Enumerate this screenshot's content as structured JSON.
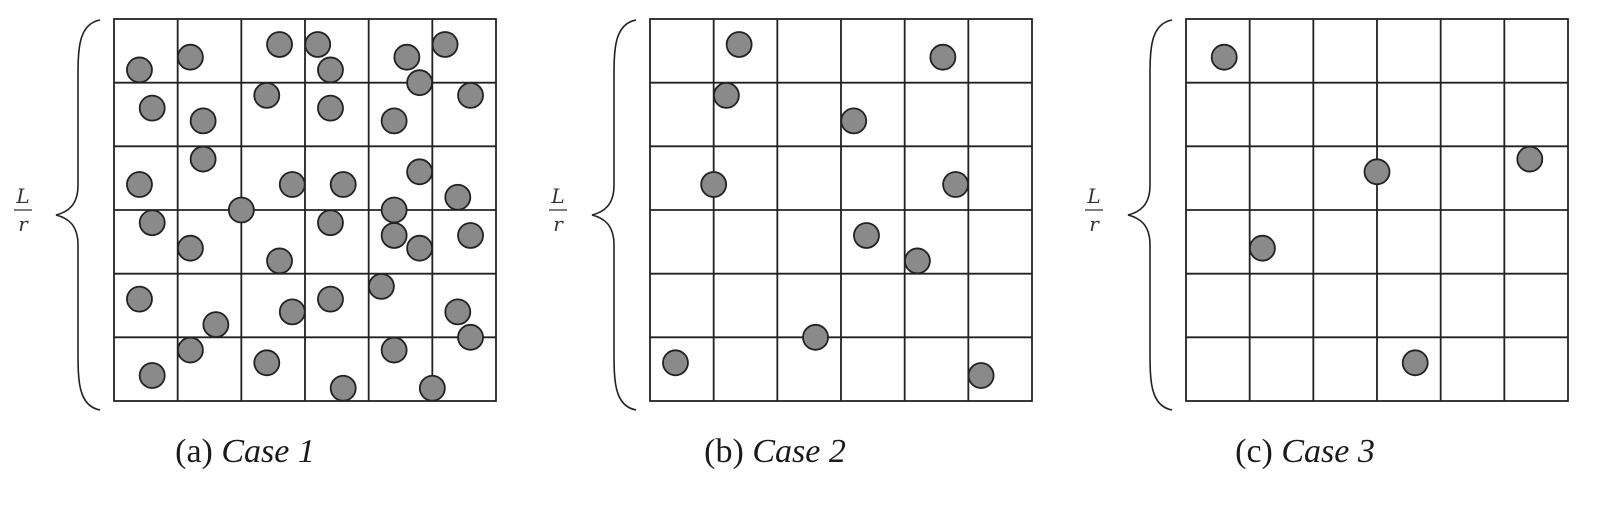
{
  "panels": [
    {
      "label_prefix": "(a)",
      "label_case": "Case 1",
      "side_numerator": "L",
      "side_denominator": "r",
      "grid": {
        "rows": 6,
        "cols": 6
      },
      "particles": [
        [
          0.4,
          0.8
        ],
        [
          1.2,
          0.6
        ],
        [
          2.6,
          0.4
        ],
        [
          3.2,
          0.4
        ],
        [
          3.4,
          0.8
        ],
        [
          4.6,
          0.6
        ],
        [
          5.2,
          0.4
        ],
        [
          4.8,
          1.0
        ],
        [
          0.6,
          1.4
        ],
        [
          1.4,
          1.6
        ],
        [
          2.4,
          1.2
        ],
        [
          3.4,
          1.4
        ],
        [
          4.4,
          1.6
        ],
        [
          5.6,
          1.2
        ],
        [
          1.4,
          2.2
        ],
        [
          0.4,
          2.6
        ],
        [
          2.8,
          2.6
        ],
        [
          3.6,
          2.6
        ],
        [
          4.8,
          2.4
        ],
        [
          5.4,
          2.8
        ],
        [
          0.6,
          3.2
        ],
        [
          2.0,
          3.0
        ],
        [
          3.4,
          3.2
        ],
        [
          4.4,
          3.0
        ],
        [
          4.4,
          3.4
        ],
        [
          4.8,
          3.6
        ],
        [
          5.6,
          3.4
        ],
        [
          1.2,
          3.6
        ],
        [
          2.6,
          3.8
        ],
        [
          0.4,
          4.4
        ],
        [
          2.8,
          4.6
        ],
        [
          3.4,
          4.4
        ],
        [
          4.2,
          4.2
        ],
        [
          5.4,
          4.6
        ],
        [
          1.6,
          4.8
        ],
        [
          1.2,
          5.2
        ],
        [
          2.4,
          5.4
        ],
        [
          0.6,
          5.6
        ],
        [
          3.6,
          5.8
        ],
        [
          4.4,
          5.2
        ],
        [
          5.0,
          5.8
        ],
        [
          5.6,
          5.0
        ]
      ]
    },
    {
      "label_prefix": "(b)",
      "label_case": "Case 2",
      "side_numerator": "L",
      "side_denominator": "r",
      "grid": {
        "rows": 6,
        "cols": 6
      },
      "particles": [
        [
          1.4,
          0.4
        ],
        [
          4.6,
          0.6
        ],
        [
          1.2,
          1.2
        ],
        [
          3.2,
          1.6
        ],
        [
          1.0,
          2.6
        ],
        [
          4.8,
          2.6
        ],
        [
          3.4,
          3.4
        ],
        [
          4.2,
          3.8
        ],
        [
          2.6,
          5.0
        ],
        [
          0.4,
          5.4
        ],
        [
          5.2,
          5.6
        ]
      ]
    },
    {
      "label_prefix": "(c)",
      "label_case": "Case 3",
      "side_numerator": "L",
      "side_denominator": "r",
      "grid": {
        "rows": 6,
        "cols": 6
      },
      "particles": [
        [
          0.6,
          0.6
        ],
        [
          5.4,
          2.2
        ],
        [
          3.0,
          2.4
        ],
        [
          1.2,
          3.6
        ],
        [
          3.6,
          5.4
        ]
      ]
    }
  ],
  "colors": {
    "particle_fill": "#8a8a8a",
    "line": "#222222",
    "text": "#1a1a1a"
  }
}
